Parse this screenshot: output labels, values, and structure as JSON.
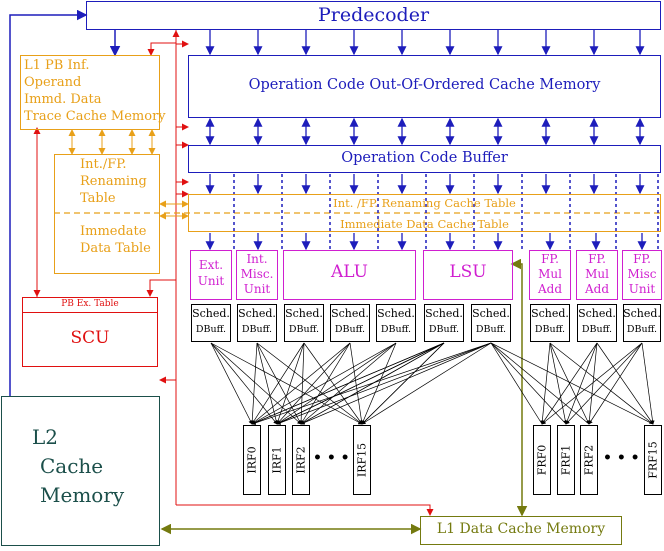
{
  "predecoder": "Predecoder",
  "l1pb": {
    "line1": "L1 PB Inf.",
    "line2": "Operand",
    "line3": "Immd. Data",
    "line4": "Trace Cache Memory"
  },
  "ooo_cache": "Operation Code Out-Of-Ordered Cache Memory",
  "op_buffer": "Operation Code Buffer",
  "renaming": {
    "line1": "Int./FP.",
    "line2": "Renaming",
    "line3": "Table",
    "line4": "Immedate",
    "line5": "Data Table"
  },
  "cache_table": {
    "line1": "Int. /FP. Renaming Cache Table",
    "line2": "Immediate Data Cache Table"
  },
  "units": [
    {
      "line1": "Ext.",
      "line2": "Unit",
      "line3": ""
    },
    {
      "line1": "Int.",
      "line2": "Misc.",
      "line3": "Unit"
    },
    {
      "line1": "ALU",
      "line2": "",
      "line3": ""
    },
    {
      "line1": "LSU",
      "line2": "",
      "line3": ""
    },
    {
      "line1": "FP.",
      "line2": "Mul",
      "line3": "Add"
    },
    {
      "line1": "FP.",
      "line2": "Mul",
      "line3": "Add"
    },
    {
      "line1": "FP.",
      "line2": "Misc",
      "line3": "Unit"
    }
  ],
  "sched": {
    "line1": "Sched.",
    "line2": "DBuff."
  },
  "pb_ex_table": "PB Ex. Table",
  "scu": "SCU",
  "l2": {
    "line1": "L2",
    "line2": "Cache",
    "line3": "Memory"
  },
  "irf": [
    "IRF0",
    "IRF1",
    "IRF2",
    "IRF15"
  ],
  "frf": [
    "FRF0",
    "FRF1",
    "FRF2",
    "FRF15"
  ],
  "ellipsis": "• • •",
  "l1_data": "L1 Data Cache Memory",
  "colors": {
    "blue": "#1d1dbb",
    "orange": "#e8a019",
    "magenta": "#d01fd0",
    "red": "#e01010",
    "olive": "#747a0f",
    "teal": "#1b4f4a",
    "black": "#000000"
  }
}
